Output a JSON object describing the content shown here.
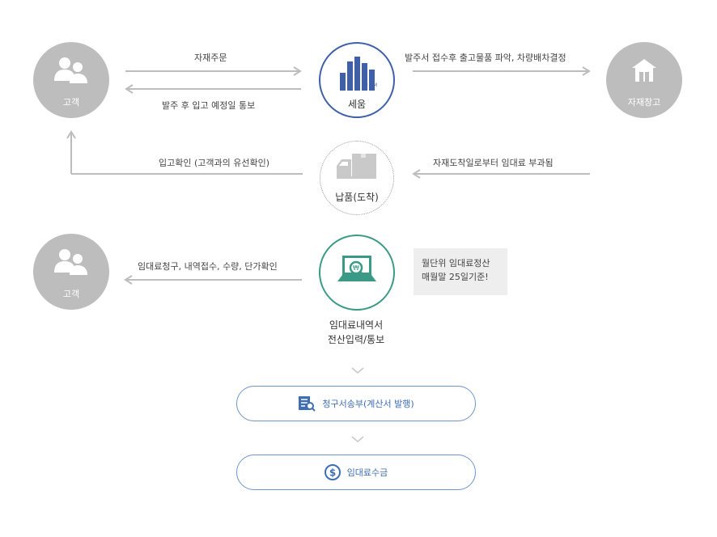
{
  "nodes": {
    "customer_top": "고객",
    "saeum": "세움",
    "saeum_logo_letters": [
      "S",
      "A",
      "E",
      "U",
      "M"
    ],
    "warehouse": "자재창고",
    "delivery": "납품(도착)",
    "customer_bottom": "고객",
    "statement_line1": "임대료내역서",
    "statement_line2": "전산입력/통보"
  },
  "flows": {
    "material_order": "자재주문",
    "order_receipt": "발주 후 입고 예정일 통보",
    "dispatch": "발주서 접수후 출고물품 파악, 차량배차결정",
    "arrival_confirm": "입고확인 (고객과의 유선확인)",
    "rent_start": "자재도착일로부터 임대료 부과됨",
    "billing": "임대료청구, 내역접수, 수량, 단가확인"
  },
  "note": {
    "line1": "월단위 임대료정산",
    "line2": "매월말 25일기준!"
  },
  "steps": [
    {
      "label": "청구서송부(계산서 발행)",
      "icon": "invoice-icon"
    },
    {
      "label": "임대료수금",
      "icon": "dollar-icon"
    }
  ],
  "colors": {
    "gray": "#bdbdbd",
    "blue": "#3f5fa8",
    "teal": "#3a9a85",
    "pill_border": "#6e94c9",
    "pill_text": "#3f6eb4"
  }
}
